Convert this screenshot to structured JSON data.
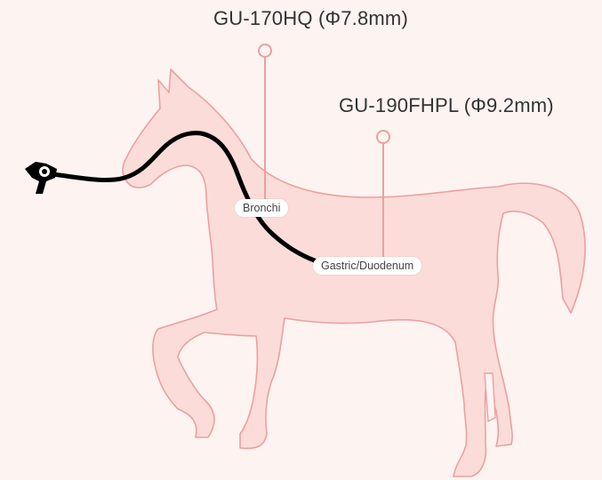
{
  "scopes": [
    {
      "model": "GU-170HQ (Φ7.8mm)"
    },
    {
      "model": "GU-190FHPL (Φ9.2mm)"
    }
  ],
  "regions": {
    "bronchi": "Bronchi",
    "gastric": "Gastric/Duodenum"
  },
  "colors": {
    "background": "#fdf3f1",
    "horse_fill": "#fbdcd9",
    "horse_stroke": "#eba0a0",
    "pointer": "#eba0a0",
    "endoscope": "#000000"
  }
}
